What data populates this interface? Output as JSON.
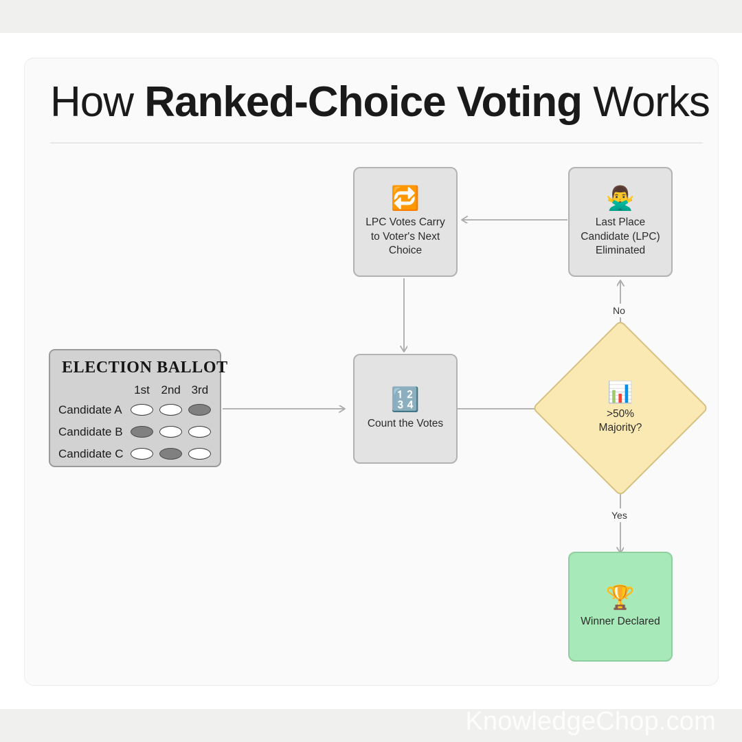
{
  "page": {
    "watermark": "KnowledgeChop.com",
    "title_prefix": "How ",
    "title_emphasis": "Ranked-Choice Voting",
    "title_suffix": " Works",
    "accent_yellow": "#fbe9b4",
    "accent_green": "#a7e9b8",
    "node_gray": "#e3e3e3",
    "edge_color": "#aaaaaa"
  },
  "ballot": {
    "heading": "ELECTION BALLOT",
    "name_header": "",
    "rank_columns": [
      "1st",
      "2nd",
      "3rd"
    ],
    "rows": [
      {
        "candidate": "Candidate A",
        "marks": [
          false,
          false,
          true
        ]
      },
      {
        "candidate": "Candidate B",
        "marks": [
          true,
          false,
          false
        ]
      },
      {
        "candidate": "Candidate C",
        "marks": [
          false,
          true,
          false
        ]
      }
    ]
  },
  "flow": {
    "nodes": [
      {
        "id": "carry",
        "shape": "process",
        "emoji": "🔁",
        "emoji_name": "repeat-icon",
        "label": "LPC Votes Carry to Voter's Next Choice"
      },
      {
        "id": "eliminated",
        "shape": "process",
        "emoji": "🙅‍♂️",
        "emoji_name": "person-gesturing-no-icon",
        "label": "Last Place Candidate (LPC) Eliminated"
      },
      {
        "id": "count",
        "shape": "process",
        "emoji": "🔢",
        "emoji_name": "input-numbers-icon",
        "label": "Count the Votes"
      },
      {
        "id": "majority",
        "shape": "decision",
        "emoji": "📊",
        "emoji_name": "bar-chart-icon",
        "label_line1": ">50%",
        "label_line2": "Majority?"
      },
      {
        "id": "winner",
        "shape": "terminal",
        "emoji": "🏆",
        "emoji_name": "trophy-icon",
        "label": "Winner Declared"
      }
    ],
    "edge_labels": {
      "no": "No",
      "yes": "Yes"
    }
  }
}
